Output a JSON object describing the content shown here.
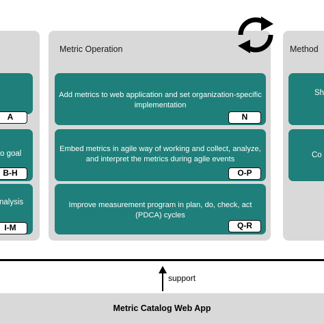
{
  "left_panel": {
    "cards": [
      {
        "text": "",
        "tag": "A"
      },
      {
        "text": "o goal",
        "tag": "B-H"
      },
      {
        "text": "nalysis",
        "tag": "I-M"
      }
    ]
  },
  "middle_panel": {
    "title": "Metric Operation",
    "cards": [
      {
        "text": "Add metrics to web application and set organization-specific implementation",
        "tag": "N"
      },
      {
        "text": "Embed metrics in agile way of working and collect, analyze, and interpret the metrics during agile events",
        "tag": "O-P"
      },
      {
        "text": "Improve measurement program in plan, do, check, act (PDCA) cycles",
        "tag": "Q-R"
      }
    ]
  },
  "right_panel": {
    "title": "Method",
    "cards": [
      {
        "text": "Sh"
      },
      {
        "text": "Co"
      }
    ]
  },
  "support_label": "support",
  "bottom_bar": {
    "label": "Metric Catalog Web App"
  },
  "colors": {
    "card": "#1f7f7a",
    "panel": "#d9d9d9",
    "frame": "#000000"
  },
  "icons": [
    "cycle-arrows-icon",
    "up-arrow-icon"
  ]
}
